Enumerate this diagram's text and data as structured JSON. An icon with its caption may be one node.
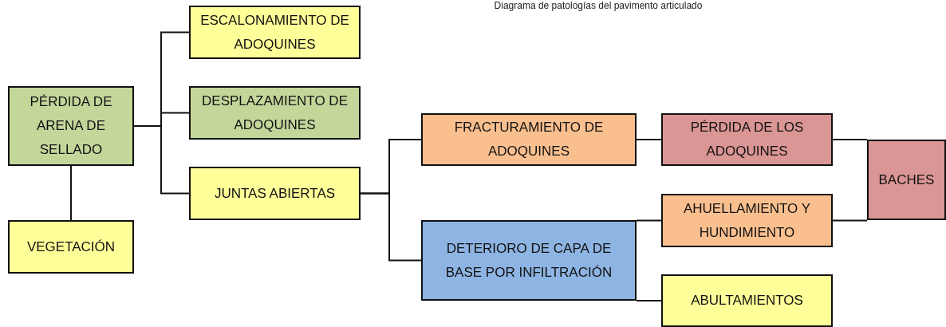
{
  "diagram": {
    "title": "Diagrama de patologías del pavimento articulado",
    "nodes": [
      {
        "text": [
          "PÉRDIDA DE ARENA DE SELLADO"
        ]
      },
      {
        "text": [
          "VEGETACIÓN"
        ]
      },
      {
        "text": [
          "ESCALONAMIENTO DE ADOQUINES"
        ]
      },
      {
        "text": [
          "DESPLAZAMIENTO DE ADOQUINES"
        ]
      },
      {
        "text": [
          "JUNTAS ABIERTAS"
        ]
      },
      {
        "text": [
          "FRACTURAMIENTO DE ADOQUINES"
        ]
      },
      {
        "text": [
          "DETERIORO DE CAPA DE BASE POR INFILTRACIÓN"
        ]
      },
      {
        "text": [
          "PÉRDIDA DE LOS ADOQUINES"
        ]
      },
      {
        "text": [
          "AHUELLAMIENTO Y HUNDIMIENTO"
        ]
      },
      {
        "text": [
          "ABULTAMIENTOS"
        ]
      },
      {
        "text": [
          "BACHES"
        ]
      }
    ],
    "edges": [
      {
        "from": 0,
        "to": 2,
        "arrow": "none"
      },
      {
        "from": 0,
        "to": 3,
        "arrow": "none"
      },
      {
        "from": 0,
        "to": 4,
        "arrow": "none"
      },
      {
        "from": 0,
        "to": 1,
        "arrow": "none"
      },
      {
        "from": 4,
        "to": 5,
        "arrow": "none"
      },
      {
        "from": 4,
        "to": 6,
        "arrow": "none"
      },
      {
        "from": 5,
        "to": 7,
        "arrow": "none"
      },
      {
        "from": 6,
        "to": 8,
        "arrow": "none"
      },
      {
        "from": 6,
        "to": 9,
        "arrow": "none"
      },
      {
        "from": 7,
        "to": 10,
        "arrow": "none"
      },
      {
        "from": 8,
        "to": 10,
        "arrow": "none"
      }
    ]
  }
}
